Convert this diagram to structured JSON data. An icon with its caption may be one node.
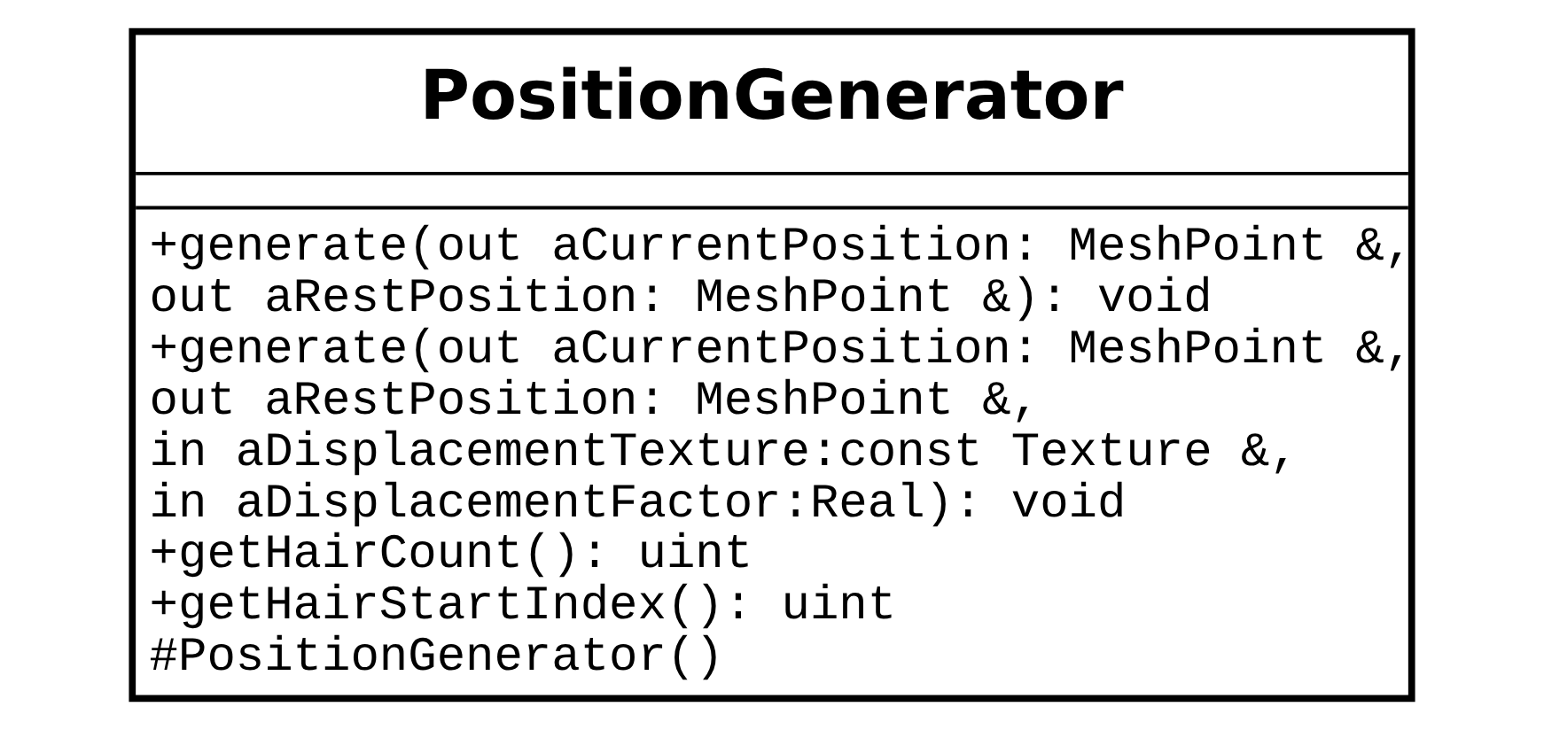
{
  "diagram": {
    "nodes": [
      {
        "text": [
          "PositionGenerator",
          "+generate(out aCurrentPosition: MeshPoint &, out aRestPosition: MeshPoint &): void",
          "+generate(out aCurrentPosition: MeshPoint &, out aRestPosition: MeshPoint &, in aDisplacementTexture:const Texture &, in aDisplacementFactor:Real): void",
          "+getHairCount(): uint",
          "+getHairStartIndex(): uint",
          "#PositionGenerator()"
        ]
      }
    ],
    "edges": []
  }
}
